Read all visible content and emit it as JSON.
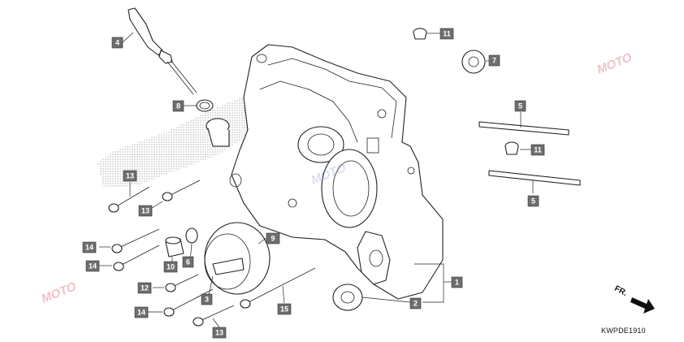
{
  "diagram_code": "KWPDE1910",
  "direction_label": "FR.",
  "watermark_text": "MOTO",
  "callouts": [
    {
      "id": "c4",
      "label": "4"
    },
    {
      "id": "c8",
      "label": "8"
    },
    {
      "id": "c13a",
      "label": "13"
    },
    {
      "id": "c13b",
      "label": "13"
    },
    {
      "id": "c14a",
      "label": "14"
    },
    {
      "id": "c14b",
      "label": "14"
    },
    {
      "id": "c10",
      "label": "10"
    },
    {
      "id": "c6",
      "label": "6"
    },
    {
      "id": "c9",
      "label": "9"
    },
    {
      "id": "c12",
      "label": "12"
    },
    {
      "id": "c3",
      "label": "3"
    },
    {
      "id": "c14c",
      "label": "14"
    },
    {
      "id": "c15",
      "label": "15"
    },
    {
      "id": "c13c",
      "label": "13"
    },
    {
      "id": "c11a",
      "label": "11"
    },
    {
      "id": "c7",
      "label": "7"
    },
    {
      "id": "c5a",
      "label": "5"
    },
    {
      "id": "c11b",
      "label": "11"
    },
    {
      "id": "c5b",
      "label": "5"
    },
    {
      "id": "c1",
      "label": "1"
    },
    {
      "id": "c2",
      "label": "2"
    }
  ]
}
